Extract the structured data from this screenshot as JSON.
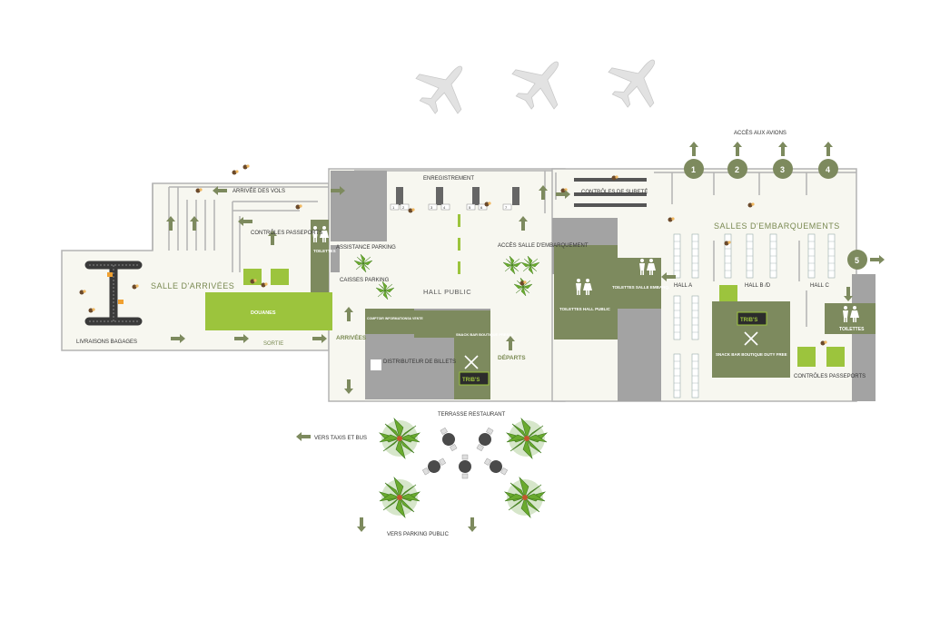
{
  "colors": {
    "dark_green": "#7d8a5e",
    "light_green": "#9cc43d",
    "gray_block": "#a3a3a3",
    "floor": "#f7f7f0",
    "wall": "#b3b3b3"
  },
  "labels": {
    "arrivee_vols": "ARRIVÉE DES VOLS",
    "controles_passeports_left": "CONTRÔLES PASSEPORTS",
    "toilettes_left": "TOILETTES",
    "assistance_parking": "ASSISTANCE PARKING",
    "caisses_parking": "CAISSES PARKING",
    "salle_arrivees": "SALLE D'ARRIVÉES",
    "douanes": "DOUANES",
    "sortie": "SORTIE",
    "arrivees": "ARRIVÉES",
    "livraisons_bagages": "LIVRAISONS BAGAGES",
    "enregistrement": "ENREGISTREMENT",
    "hall_public": "HALL PUBLIC",
    "acces_salle_embarquement": "ACCÈS SALLE D'EMBARQUEMENT",
    "comptoir_info": "COMPTOIR INFORMATIONS& VENTE",
    "distributeur_billets": "DISTRIBUTEUR DE BILLETS",
    "snack_bar_boutique_presse": "SNACK BAR BOUTIQUE PRESSE",
    "departs": "DÉPARTS",
    "controles_surete": "CONTRÔLES DE SURETÉ",
    "toilettes_hall_public": "TOILETTES HALL PUBLIC",
    "toilettes_salle_embarq": "TOILETTES SALLE EMBARQ.",
    "acces_avions": "ACCÈS AUX AVIONS",
    "salles_embarquements": "SALLES D'EMBARQUEMENTS",
    "hall_a": "HALL A",
    "hall_bd": "HALL B /D",
    "hall_c": "HALL C",
    "snack_bar_duty_free": "SNACK BAR BOUTIQUE DUTY FREE",
    "controles_passeports_right": "CONTRÔLES PASSEPORTS",
    "toilettes_right": "TOILETTES",
    "terrasse_restaurant": "TERRASSE RESTAURANT",
    "vers_taxis": "VERS TAXIS ET BUS",
    "vers_parking": "VERS PARKING PUBLIC",
    "tribs": "TRIB'S"
  },
  "gates": [
    "1",
    "2",
    "3",
    "4",
    "5"
  ],
  "checkin_desks": [
    "1",
    "2",
    "3",
    "4",
    "5",
    "6",
    "7"
  ],
  "icons": [
    "airplane-icon",
    "restroom-icon",
    "fork-knife-icon",
    "palm-tree-icon",
    "arrow-icon",
    "baggage-carousel-icon"
  ]
}
